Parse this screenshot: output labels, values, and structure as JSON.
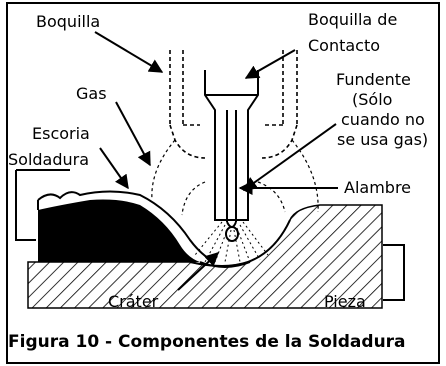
{
  "figure": {
    "labels": {
      "boquilla": "Boquilla",
      "contacto_line1": "Boquilla de",
      "contacto_line2": "Contacto",
      "gas": "Gas",
      "fundente_line1": "Fundente",
      "fundente_line2": "(Sólo",
      "fundente_line3": "cuando no",
      "fundente_line4": "se usa gas)",
      "escoria": "Escoria",
      "soldadura": "Soldadura",
      "alambre": "Alambre",
      "crater": "Cráter",
      "pieza": "Pieza"
    },
    "caption": "Figura 10 - Componentes de la Soldadura"
  }
}
